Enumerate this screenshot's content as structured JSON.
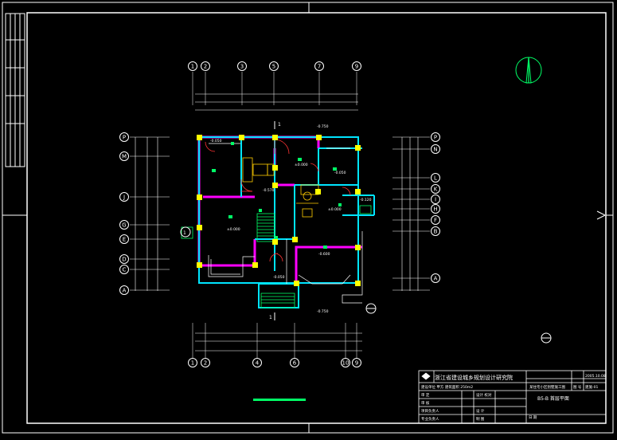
{
  "drawing": {
    "top_axes": [
      "1",
      "2",
      "3",
      "5",
      "7",
      "9"
    ],
    "bottom_axes": [
      "1",
      "2",
      "4",
      "6",
      "10",
      "9"
    ],
    "left_axes": [
      "P",
      "M",
      "J",
      "G",
      "E",
      "D",
      "C",
      "A"
    ],
    "right_axes": [
      "P",
      "N",
      "L",
      "K",
      "I",
      "H",
      "F",
      "B",
      "A"
    ],
    "side_axis_mark": "1",
    "cut_mark_top": "1",
    "cut_mark_bottom": "1",
    "levels": {
      "top": "-0.750",
      "bottom": "-0.750",
      "right": "-0.120",
      "terrace": "-0.050",
      "left_top": "-0.050",
      "room_a": "±0.000",
      "room_b": "±0.000",
      "room_c": "±0.000",
      "stair": "-0.570",
      "lower_right": "-0.600",
      "entry": "-0.050"
    },
    "north_label": "N"
  },
  "title_block": {
    "company": "浙江省建设城乡规划设计研究院",
    "project_row": "建设单位 甲方   建筑面积 250m2",
    "project_name": "某住宅小区别墅施工图",
    "sheet_title": "B5-B 首层平面",
    "date": "2005.10.08",
    "sheet_no": "建施-01",
    "roles": [
      "审 定",
      "审 核",
      "项目负责人",
      "专业负责人"
    ],
    "roles_right": [
      "设计 校对",
      "设 计",
      "制 图"
    ],
    "labels": [
      "图 号",
      "日 期"
    ]
  }
}
